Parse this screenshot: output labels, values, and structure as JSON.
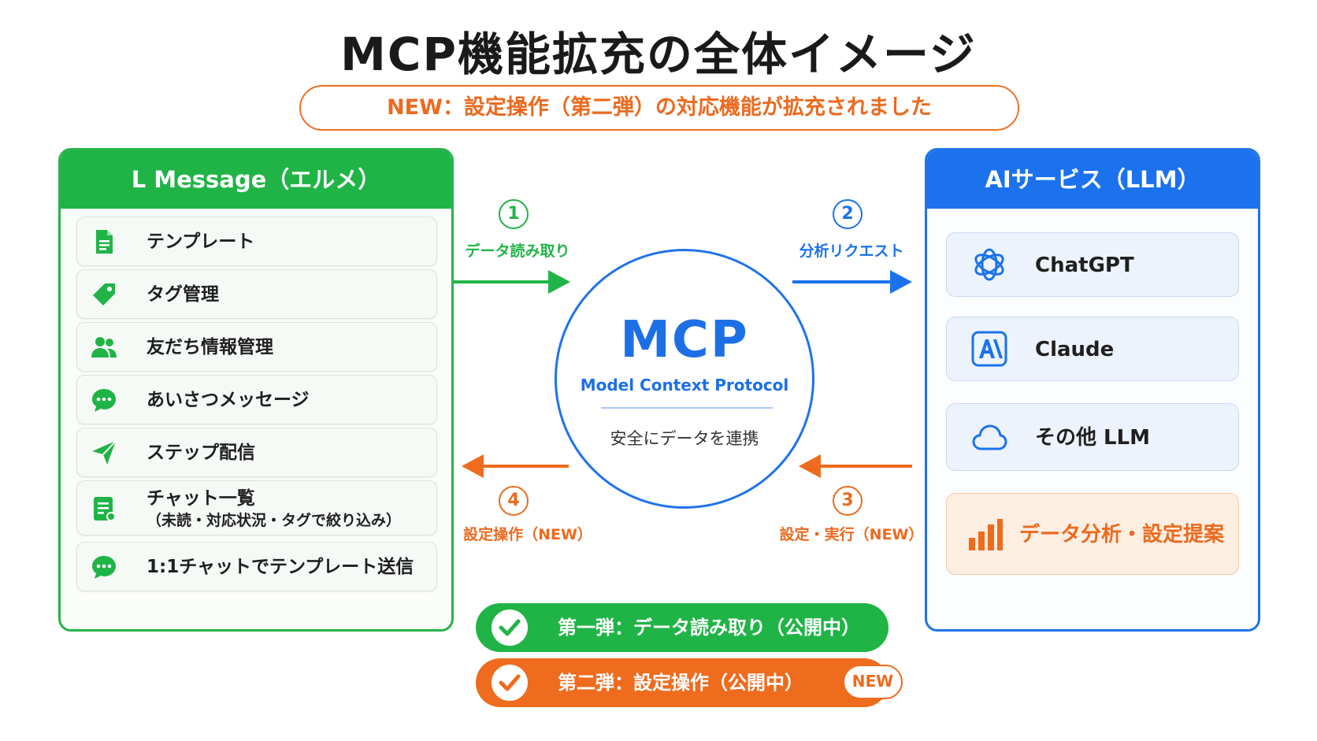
{
  "title": "MCP機能拡充の全体イメージ",
  "subtitle": "NEW：設定操作（第二弾）の対応機能が拡充されました",
  "left_panel": {
    "header": "L Message（エルメ）",
    "items": [
      {
        "label": "テンプレート",
        "icon": "document-icon"
      },
      {
        "label": "タグ管理",
        "icon": "tag-icon"
      },
      {
        "label": "友だち情報管理",
        "icon": "users-icon"
      },
      {
        "label": "あいさつメッセージ",
        "icon": "chat-bubble-icon"
      },
      {
        "label": "ステップ配信",
        "icon": "send-icon"
      },
      {
        "label": "チャット一覧",
        "sublabel": "（未読・対応状況・タグで絞り込み）",
        "icon": "list-document-icon"
      },
      {
        "label": "1:1チャットでテンプレート送信",
        "icon": "chat-bubble-icon"
      }
    ]
  },
  "right_panel": {
    "header": "AIサービス（LLM）",
    "items": [
      {
        "label": "ChatGPT",
        "icon": "openai-logo-icon"
      },
      {
        "label": "Claude",
        "icon": "anthropic-logo-icon"
      },
      {
        "label": "その他 LLM",
        "icon": "cloud-icon"
      },
      {
        "label": "データ分析・設定提案",
        "icon": "bar-chart-icon"
      }
    ]
  },
  "center": {
    "title": "MCP",
    "subtitle": "Model Context Protocol",
    "description": "安全にデータを連携"
  },
  "steps": [
    {
      "number": "1",
      "label": "データ読み取り"
    },
    {
      "number": "2",
      "label": "分析リクエスト"
    },
    {
      "number": "3",
      "label": "設定・実行（NEW）"
    },
    {
      "number": "4",
      "label": "設定操作（NEW）"
    }
  ],
  "phases": [
    {
      "label": "第一弾：データ読み取り（公開中）"
    },
    {
      "label": "第二弾：設定操作（公開中）",
      "badge": "NEW"
    }
  ],
  "colors": {
    "green": "#20b447",
    "blue": "#1c72ec",
    "orange": "#ef6b1d"
  }
}
